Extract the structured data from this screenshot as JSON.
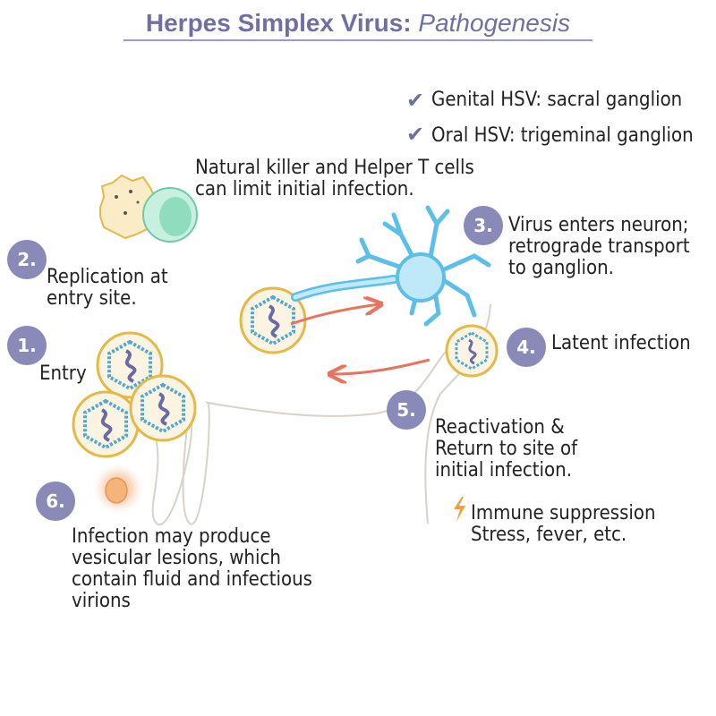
{
  "title": {
    "main": "Herpes Simplex Virus:",
    "sub": "Pathogenesis"
  },
  "checklist": [
    {
      "icon": "check-icon",
      "text": "Genital HSV: sacral ganglion"
    },
    {
      "icon": "check-icon",
      "text": "Oral HSV: trigeminal ganglion"
    }
  ],
  "immune_note": "Natural killer and Helper T cells\ncan limit initial infection.",
  "steps": [
    {
      "number": "1.",
      "label": "Entry"
    },
    {
      "number": "2.",
      "label": "Replication at\nentry site."
    },
    {
      "number": "3.",
      "label": "Virus enters neuron;\nretrograde transport\nto ganglion."
    },
    {
      "number": "4.",
      "label": "Latent infection"
    },
    {
      "number": "5.",
      "label": "Reactivation &\nReturn to site of\ninitial infection."
    },
    {
      "number": "6.",
      "label": "Infection may produce\nvesicular lesions, which\ncontain fluid and infectious\nvirions"
    }
  ],
  "triggers": {
    "icon": "lightning-icon",
    "text": "Immune suppression\nStress, fever, etc."
  },
  "colors": {
    "step_badge": "#8a8ab8",
    "title": "#6f6fa3",
    "arrow": "#e8735f",
    "neuron": "#5bbfe8",
    "virus_envelope": "#e3b94a",
    "capsid": "#4fa8d0",
    "genome": "#6a6aa8",
    "trigger": "#f0a040"
  }
}
